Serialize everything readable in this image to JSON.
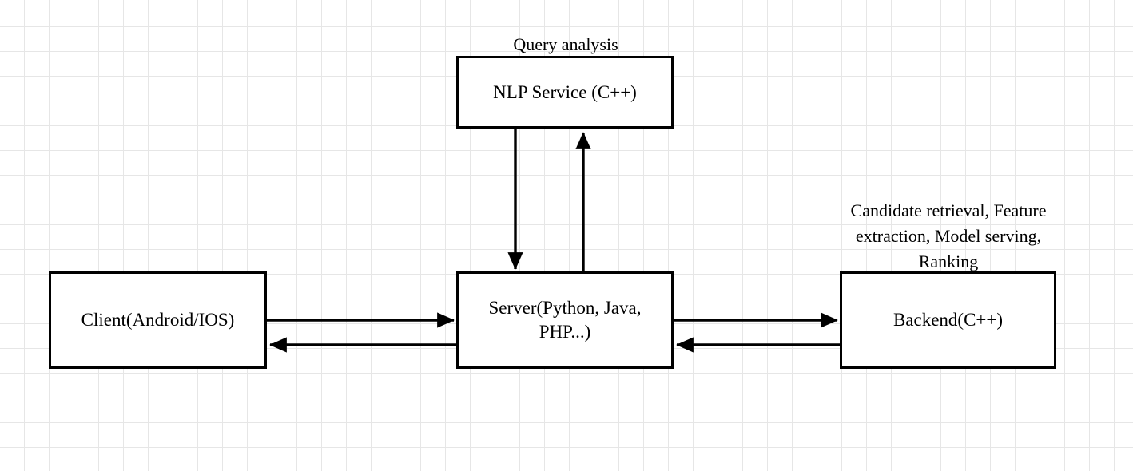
{
  "diagram": {
    "title_annotation": "Query analysis",
    "backend_annotation": "Candidate retrieval, Feature extraction, Model serving, Ranking",
    "nodes": [
      {
        "id": "nlp",
        "label": "NLP Service (C++)"
      },
      {
        "id": "client",
        "label": "Client(Android/IOS)"
      },
      {
        "id": "server",
        "label": "Server(Python, Java, PHP...)"
      },
      {
        "id": "backend",
        "label": "Backend(C++)"
      }
    ],
    "edges": [
      {
        "id": "server-to-nlp",
        "from": "server",
        "to": "nlp",
        "direction": "up",
        "label": ""
      },
      {
        "id": "nlp-to-server",
        "from": "nlp",
        "to": "server",
        "direction": "down",
        "label": ""
      },
      {
        "id": "client-to-server",
        "from": "client",
        "to": "server",
        "direction": "right",
        "label": ""
      },
      {
        "id": "server-to-client",
        "from": "server",
        "to": "client",
        "direction": "left",
        "label": ""
      },
      {
        "id": "server-to-backend",
        "from": "server",
        "to": "backend",
        "direction": "right",
        "label": ""
      },
      {
        "id": "backend-to-server",
        "from": "backend",
        "to": "server",
        "direction": "left",
        "label": ""
      }
    ],
    "colors": {
      "stroke": "#000000",
      "node_fill": "#ffffff",
      "grid_line": "#e6e6e6",
      "background": "#ffffff"
    }
  }
}
